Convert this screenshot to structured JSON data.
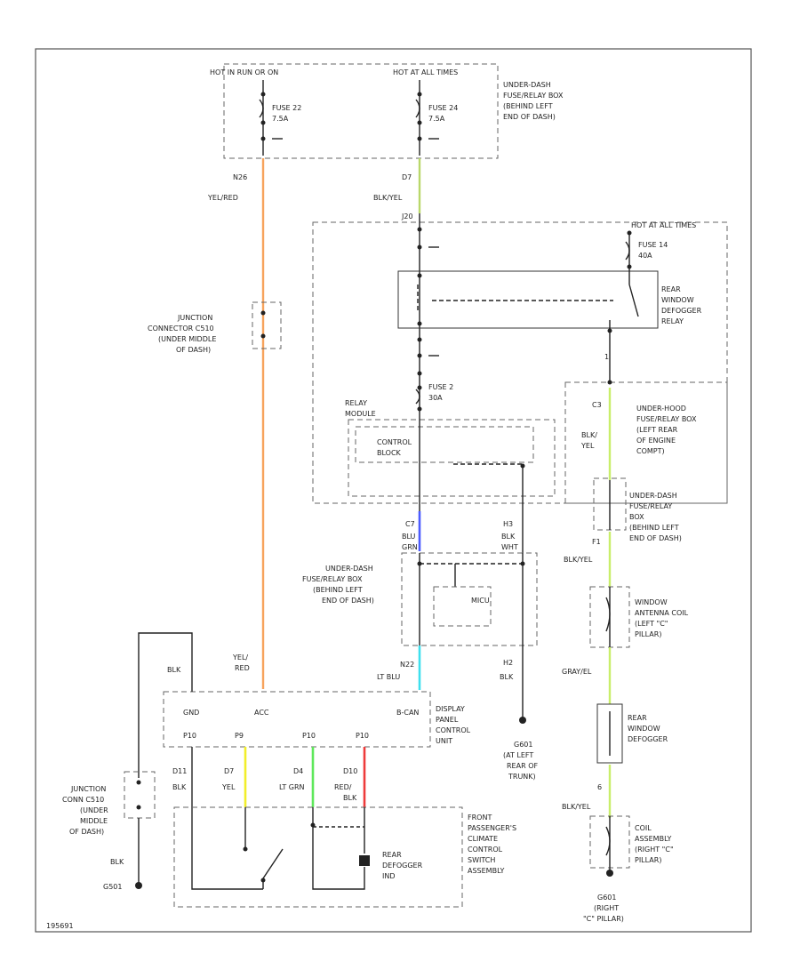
{
  "colors": {
    "wire_ylw_red": "#f7a35c",
    "wire_blk_ylw": "#b9d86a",
    "wire_blu": "#4c5cff",
    "wire_lt_blu": "#3ee0ee",
    "wire_ylw": "#f2ee2a",
    "wire_lt_grn": "#5ee85a",
    "wire_red": "#ee3b3b",
    "wire_gray": "#c9ee6a"
  },
  "labels": {
    "hot_in_on": "HOT IN RUN OR ON",
    "hot_at_all": "HOT AT ALL TIMES",
    "underdash_top": [
      "UNDER-DASH",
      "FUSE/RELAY BOX",
      "(BEHIND LEFT",
      "END OF DASH)"
    ],
    "fuse22": [
      "FUSE 22",
      "7.5A"
    ],
    "fuse24": [
      "FUSE 24",
      "7.5A"
    ],
    "n26": "N26",
    "c7": "D7",
    "ylw_red": "YEL/RED",
    "blk_ylw_1": "BLK/YEL",
    "j20": "J20",
    "hot_at_all_times_2": "HOT AT ALL TIMES",
    "fuse14": [
      "FUSE 14",
      "40A"
    ],
    "rear_defog_relay": [
      "REAR",
      "WINDOW",
      "DEFOGGER",
      "RELAY"
    ],
    "junction_c510": [
      "JUNCTION",
      "CONNECTOR C510",
      "(UNDER MIDDLE",
      "OF DASH)"
    ],
    "fuse2": [
      "FUSE 2",
      "30A"
    ],
    "relay_module": [
      "RELAY",
      "MODULE"
    ],
    "control_block": [
      "CONTROL",
      "BLOCK"
    ],
    "one": "1",
    "c3": "C3",
    "blk_ylw_2": [
      "BLK/",
      "YEL"
    ],
    "underhood_box": [
      "UNDER-HOOD",
      "FUSE/RELAY BOX",
      "(LEFT REAR",
      "OF ENGINE",
      "COMPT)"
    ],
    "underdash_right": [
      "UNDER-DASH",
      "FUSE/RELAY",
      "BOX",
      "(BEHIND LEFT",
      "END OF DASH)"
    ],
    "f1": "F1",
    "blk_yel_3": "BLK/YEL",
    "c7b": "C7",
    "blu_grn": [
      "BLU",
      "GRN"
    ],
    "h3": "H3",
    "blk_wht": [
      "BLK",
      "WHT"
    ],
    "mcu": "MICU",
    "underdash_mid": [
      "UNDER-DASH",
      "FUSE/RELAY BOX",
      "(BEHIND LEFT",
      "END OF DASH)"
    ],
    "window_antenna": [
      "WINDOW",
      "ANTENNA COIL",
      "(LEFT \"C\"",
      "PILLAR)"
    ],
    "gray_yel": "GRAY/EL",
    "rear_window_defogger": [
      "REAR",
      "WINDOW",
      "DEFOGGER"
    ],
    "n22": "N22",
    "lt_blu": "LT BLU",
    "ylw_red_2": [
      "YEL/",
      "RED"
    ],
    "h2": "H2",
    "blk": "BLK",
    "blk_top": "BLK",
    "display_panel": [
      "DISPLAY",
      "PANEL",
      "CONTROL",
      "UNIT"
    ],
    "gnd": "GND",
    "acc": "ACC",
    "bcan": "B-CAN",
    "g601": [
      "G601",
      "(AT LEFT",
      "REAR OF",
      "TRUNK)"
    ],
    "pins": [
      "P10",
      "P9",
      "P10",
      "P10"
    ],
    "d11": "D11",
    "d7": "D7",
    "d4": "D4",
    "d10": "D10",
    "blk_2": "BLK",
    "yel": "YEL",
    "lt_grn": "LT GRN",
    "red_blk": [
      "RED/",
      "BLK"
    ],
    "junction_conn_c510": [
      "JUNCTION",
      "CONN C510",
      "(UNDER",
      "MIDDLE",
      "OF DASH)"
    ],
    "front_pass": [
      "FRONT",
      "PASSENGER'S",
      "CLIMATE",
      "CONTROL",
      "SWITCH",
      "ASSEMBLY"
    ],
    "rear_defogger_ind": [
      "REAR",
      "DEFOGGER",
      "IND"
    ],
    "blk_bottom": "BLK",
    "g501": "G501",
    "six": "6",
    "blk_yel_4": "BLK/YEL",
    "coil_assembly": [
      "COIL",
      "ASSEMBLY",
      "(RIGHT \"C\"",
      "PILLAR)"
    ],
    "g601b": [
      "G601",
      "(RIGHT",
      "\"C\" PILLAR)"
    ],
    "fig": "195691"
  }
}
